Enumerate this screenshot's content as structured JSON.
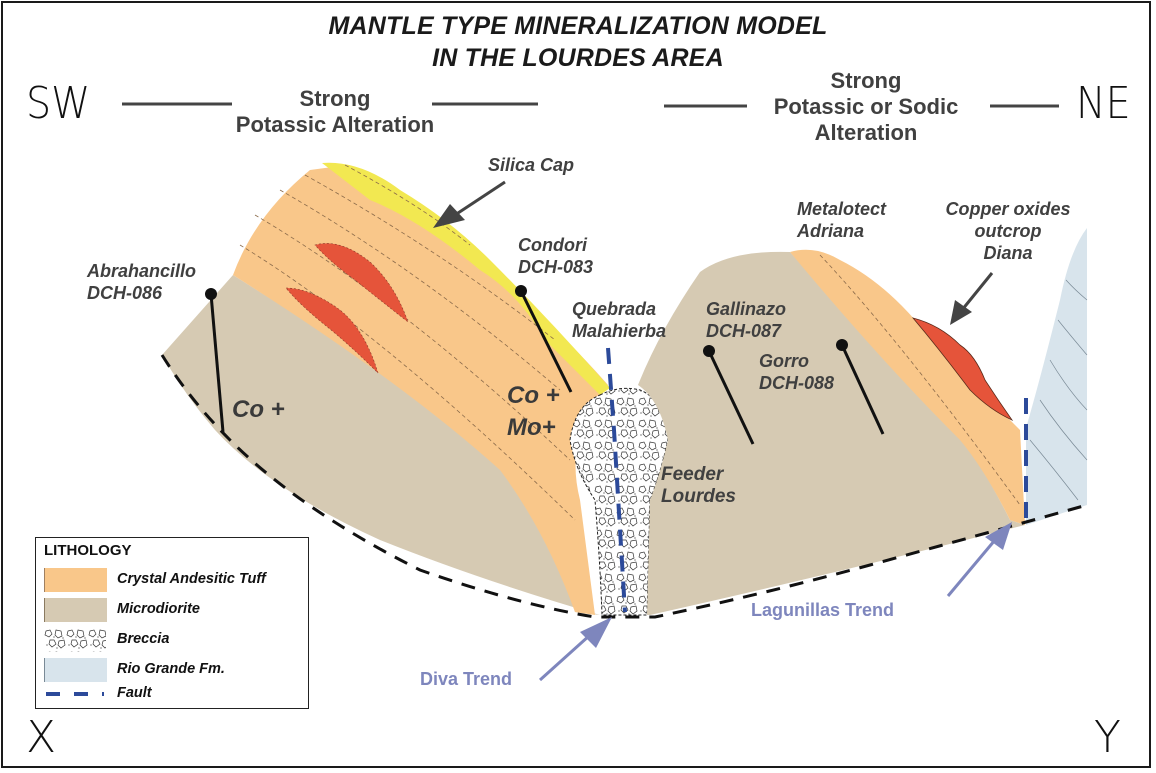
{
  "title": {
    "line1": "MANTLE TYPE MINERALIZATION MODEL",
    "line2": "IN THE LOURDES AREA"
  },
  "orientation": {
    "left": "SW",
    "right": "NE",
    "bottom_left": "X",
    "bottom_right": "Y"
  },
  "alteration_zones": [
    {
      "line1": "Strong",
      "line2": "Potassic Alteration"
    },
    {
      "line1": "Strong",
      "line2": "Potassic or Sodic",
      "line3": "Alteration"
    }
  ],
  "labels": {
    "silica_cap": "Silica Cap",
    "abrahancillo": {
      "name": "Abrahancillo",
      "hole": "DCH-086"
    },
    "condori": {
      "name": "Condori",
      "hole": "DCH-083"
    },
    "quebrada": {
      "line1": "Quebrada",
      "line2": "Malahierba"
    },
    "gallinazo": {
      "name": "Gallinazo",
      "hole": "DCH-087"
    },
    "gorro": {
      "name": "Gorro",
      "hole": "DCH-088"
    },
    "metalotect": {
      "line1": "Metalotect",
      "line2": "Adriana"
    },
    "copper": {
      "line1": "Copper oxides",
      "line2": "outcrop",
      "line3": "Diana"
    },
    "feeder": {
      "line1": "Feeder",
      "line2": "Lourdes"
    },
    "co_plus_left": "Co +",
    "co_plus_center": "Co +",
    "mo_plus": "Mo+"
  },
  "trends": {
    "diva": "Diva Trend",
    "lagunillas": "Lagunillas Trend"
  },
  "legend": {
    "title": "LITHOLOGY",
    "items": [
      {
        "label": "Crystal Andesitic Tuff",
        "color": "#f9c78a"
      },
      {
        "label": "Microdiorite",
        "color": "#d6cab3"
      },
      {
        "label": "Breccia",
        "color": "#ffffff"
      },
      {
        "label": "Rio Grande Fm.",
        "color": "#d8e4ec"
      },
      {
        "label": "Fault",
        "color": "#2c4a9a"
      }
    ]
  },
  "colors": {
    "tuff": "#f9c78a",
    "microdiorite": "#d6cab3",
    "silica": "#f2e851",
    "copper_oxide": "#e5543a",
    "rio_grande": "#d8e4ec",
    "fault": "#2c4a9a",
    "trend": "#7e86bd"
  }
}
